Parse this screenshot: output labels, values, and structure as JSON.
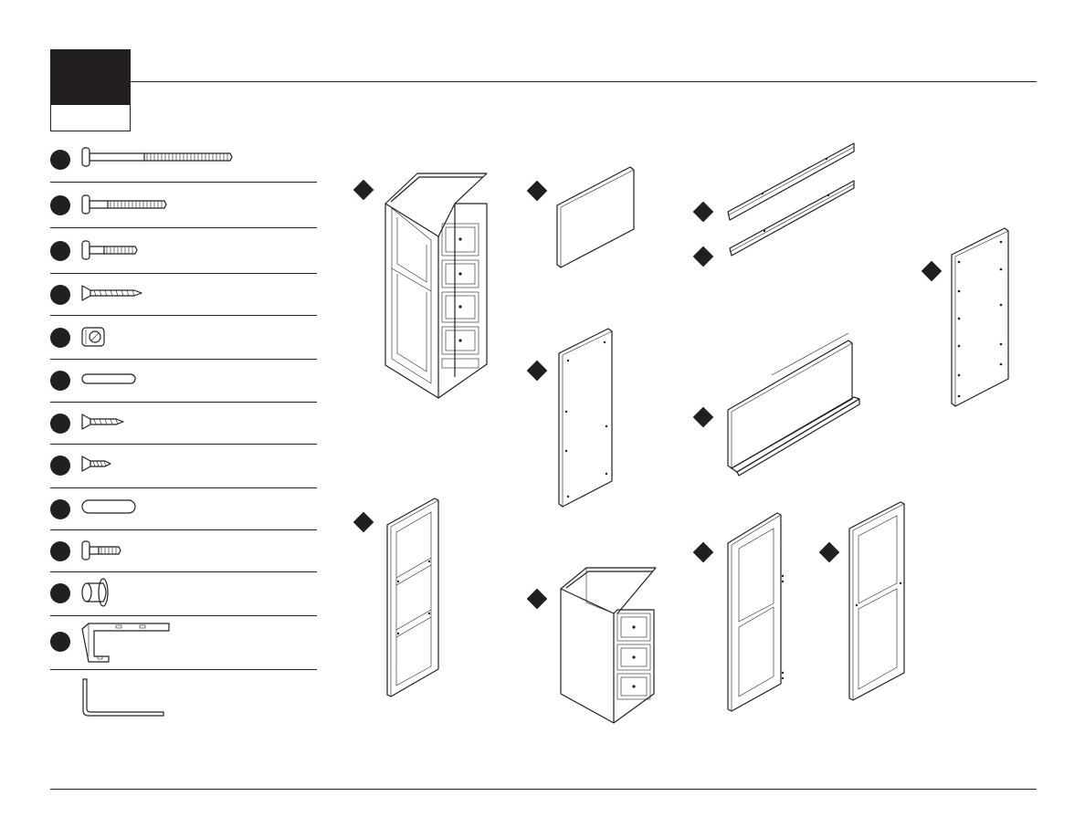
{
  "header": {
    "step_block": "",
    "title": ""
  },
  "hardware": [
    {
      "name": "long-bolt"
    },
    {
      "name": "medium-bolt"
    },
    {
      "name": "short-bolt"
    },
    {
      "name": "flat-head-wood-screw"
    },
    {
      "name": "cam-lock"
    },
    {
      "name": "short-wood-dowel"
    },
    {
      "name": "medium-wood-screw"
    },
    {
      "name": "short-wood-screw"
    },
    {
      "name": "large-wood-dowel"
    },
    {
      "name": "small-bolt"
    },
    {
      "name": "barrel-nut"
    },
    {
      "name": "wall-bracket"
    },
    {
      "name": "allen-key"
    }
  ],
  "parts": [
    {
      "name": "tall-cabinet"
    },
    {
      "name": "small-panel"
    },
    {
      "name": "top-rail"
    },
    {
      "name": "bottom-rail"
    },
    {
      "name": "back-panel"
    },
    {
      "name": "side-panel"
    },
    {
      "name": "drawer-shelf-assembly"
    },
    {
      "name": "tall-frame"
    },
    {
      "name": "small-base-cabinet"
    },
    {
      "name": "frame-left"
    },
    {
      "name": "frame-right"
    }
  ],
  "colors": {
    "ink": "#231f20",
    "paper": "#ffffff"
  }
}
